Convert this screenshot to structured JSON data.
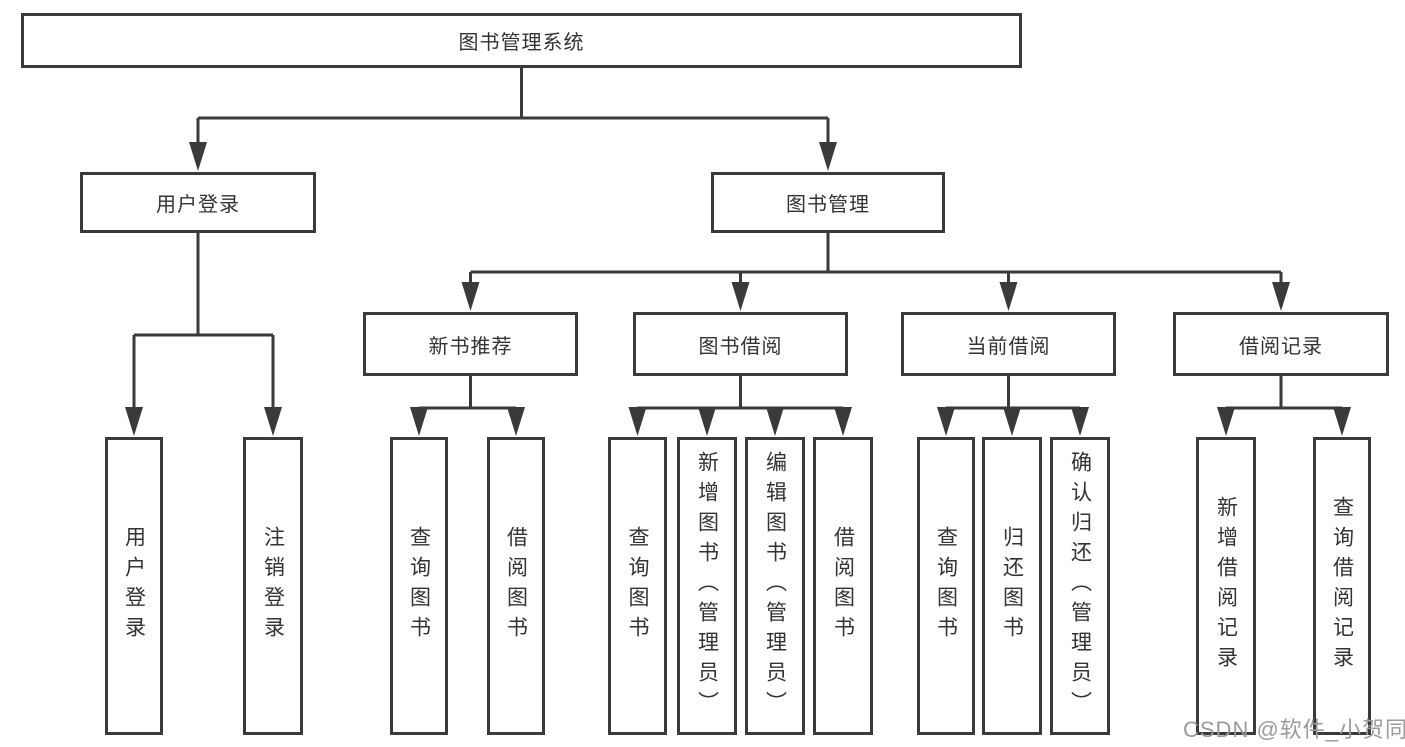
{
  "tree": {
    "label": "图书管理系统",
    "children": [
      {
        "label": "用户登录",
        "children": [
          {
            "label": "用户登录"
          },
          {
            "label": "注销登录"
          }
        ]
      },
      {
        "label": "图书管理",
        "children": [
          {
            "label": "新书推荐",
            "children": [
              {
                "label": "查询图书"
              },
              {
                "label": "借阅图书"
              }
            ]
          },
          {
            "label": "图书借阅",
            "children": [
              {
                "label": "查询图书"
              },
              {
                "label": "新增图书（管理员）"
              },
              {
                "label": "编辑图书（管理员）"
              },
              {
                "label": "借阅图书"
              }
            ]
          },
          {
            "label": "当前借阅",
            "children": [
              {
                "label": "查询图书"
              },
              {
                "label": "归还图书"
              },
              {
                "label": "确认归还（管理员）"
              }
            ]
          },
          {
            "label": "借阅记录",
            "children": [
              {
                "label": "新增借阅记录"
              },
              {
                "label": "查询借阅记录"
              }
            ]
          }
        ]
      }
    ]
  },
  "watermark": "CSDN @软件_小贺同学",
  "colors": {
    "line": "#3a3a3a",
    "box_border": "#3a3a3a",
    "box_background": "#ffffff",
    "text": "#333333",
    "watermark": "#9b9b9b"
  }
}
